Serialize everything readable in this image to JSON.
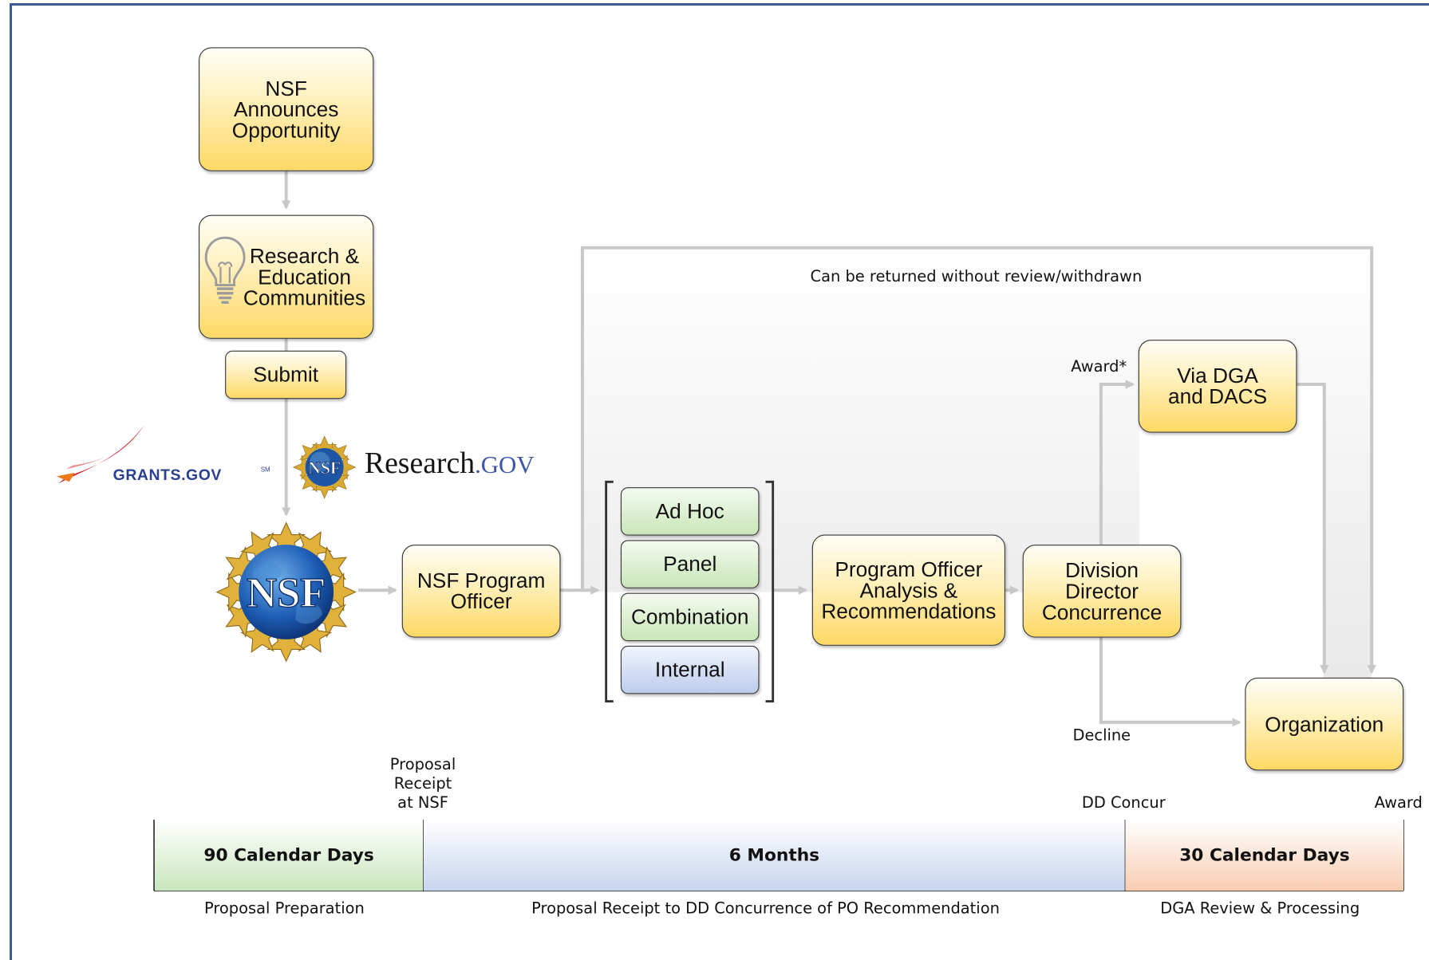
{
  "nodes": {
    "nsf_announces": "NSF\nAnnounces\nOpportunity",
    "communities": "Research &\nEducation\nCommunities",
    "submit": "Submit",
    "program_officer": "NSF Program\nOfficer",
    "review_ad_hoc": "Ad Hoc",
    "review_panel": "Panel",
    "review_combination": "Combination",
    "review_internal": "Internal",
    "po_analysis": "Program Officer\nAnalysis &\nRecommendations",
    "dd_concurrence": "Division\nDirector\nConcurrence",
    "via_dga": "Via DGA\nand DACS",
    "organization": "Organization"
  },
  "labels": {
    "returned": "Can be returned without review/withdrawn",
    "award_branch": "Award*",
    "decline_branch": "Decline"
  },
  "logos": {
    "grants_gov": "GRANTS.GOV",
    "grants_gov_mark": "SM",
    "research_gov_main": "Research",
    "research_gov_suffix": ".GOV",
    "nsf": "NSF"
  },
  "timeline": {
    "markers": {
      "proposal_receipt": "Proposal\nReceipt\nat NSF",
      "dd_concur": "DD Concur",
      "award": "Award"
    },
    "segments": [
      {
        "label": "90 Calendar Days",
        "caption": "Proposal Preparation",
        "color": "#c9e6bd"
      },
      {
        "label": "6 Months",
        "caption": "Proposal Receipt to DD Concurrence of PO Recommendation",
        "color": "#c7d5ee"
      },
      {
        "label": "30 Calendar Days",
        "caption": "DGA Review & Processing",
        "color": "#f8cdb0"
      }
    ]
  },
  "colors": {
    "frame": "#3b5c9a",
    "box_fill": "#ffe08a",
    "arrow": "#c8c8c8",
    "grants_red": "#cc1f2e",
    "grants_blue": "#2a3f8f",
    "research_blue": "#3d56a8"
  }
}
